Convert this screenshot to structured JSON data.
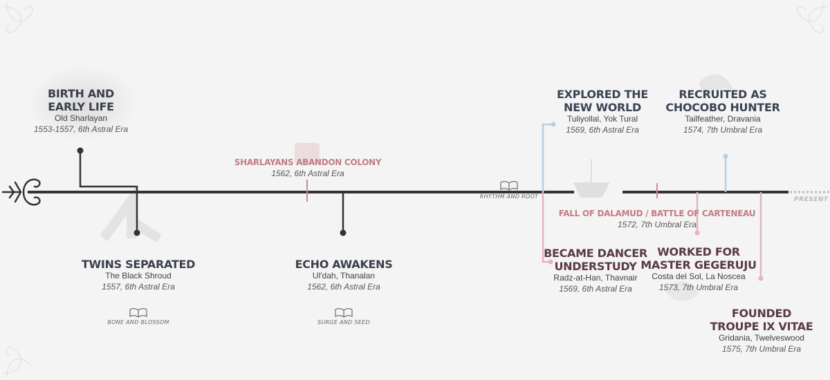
{
  "diagram": {
    "present_label": "PRESENT",
    "colors": {
      "axis": "#333333",
      "dark": "#333333",
      "red": "#c98a93",
      "pink": "#e6b3bc",
      "blue": "#b6cfe6",
      "present_dots": "#bdbdbd"
    },
    "events": [
      {
        "title_lines": [
          "BIRTH AND",
          "EARLY LIFE"
        ],
        "place": "Old Sharlayan",
        "date": "1553-1557, 6th Astral Era",
        "style": "dark"
      },
      {
        "title_lines": [
          "TWINS SEPARATED"
        ],
        "place": "The Black Shroud",
        "date": "1557, 6th Astral Era",
        "style": "dark"
      },
      {
        "title_lines": [
          "SHARLAYANS ABANDON COLONY"
        ],
        "place": "",
        "date": "1562, 6th Astral Era",
        "style": "red"
      },
      {
        "title_lines": [
          "ECHO AWAKENS"
        ],
        "place": "Ul'dah, Thanalan",
        "date": "1562, 6th Astral Era",
        "style": "dark"
      },
      {
        "title_lines": [
          "EXPLORED THE",
          "NEW WORLD"
        ],
        "place": "Tuliyollal, Yok Tural",
        "date": "1569, 6th Astral Era",
        "style": "blue"
      },
      {
        "title_lines": [
          "RECRUITED AS",
          "CHOCOBO HUNTER"
        ],
        "place": "Tailfeather, Dravania",
        "date": "1574, 7th Umbral Era",
        "style": "blue"
      },
      {
        "title_lines": [
          "FALL OF DALAMUD / BATTLE OF CARTENEAU"
        ],
        "place": "",
        "date": "1572, 7th Umbral Era",
        "style": "red"
      },
      {
        "title_lines": [
          "BECAME DANCER",
          "UNDERSTUDY"
        ],
        "place": "Radz-at-Han, Thavnair",
        "date": "1569, 6th Astral Era",
        "style": "maroon"
      },
      {
        "title_lines": [
          "WORKED FOR",
          "MASTER GEGERUJU"
        ],
        "place": "Costa del Sol, La Noscea",
        "date": "1573, 7th Umbral Era",
        "style": "maroon"
      },
      {
        "title_lines": [
          "FOUNDED",
          "TROUPE IX VITAE"
        ],
        "place": "Gridania, Twelveswood",
        "date": "1575, 7th Umbral Era",
        "style": "maroon"
      }
    ],
    "chapters": [
      {
        "label": "BONE AND BLOSSOM",
        "icon": "book-icon"
      },
      {
        "label": "SURGE AND SEED",
        "icon": "book-icon"
      },
      {
        "label": "RHYTHM AND ROOT",
        "icon": "book-icon"
      }
    ]
  }
}
